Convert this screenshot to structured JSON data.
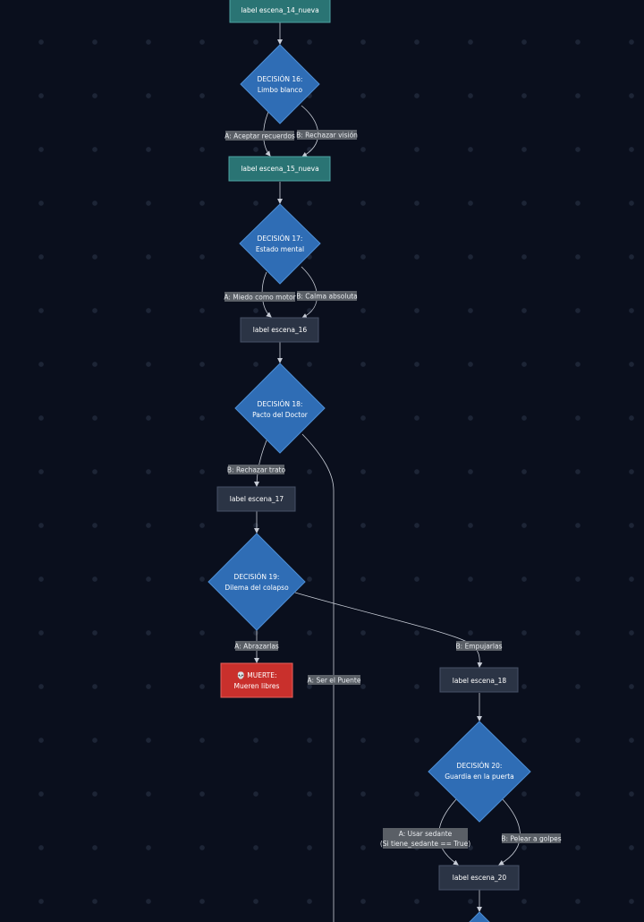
{
  "colors": {
    "teal_fill": "#2a7474",
    "teal_stroke": "#4fa3a3",
    "dark_fill": "#2b3445",
    "dark_stroke": "#475166",
    "diamond_fill": "#2f6db5",
    "diamond_stroke": "#4e8fd6",
    "death_fill": "#c9302c",
    "death_stroke": "#e6605b",
    "label_bg": "#5a5f66",
    "edge": "#c7ccd6"
  },
  "nodes": {
    "escena_14": "label escena_14_nueva",
    "d16_title": "DECISIÓN 16:",
    "d16_sub": "Limbo blanco",
    "escena_15": "label escena_15_nueva",
    "d17_title": "DECISIÓN 17:",
    "d17_sub": "Estado mental",
    "escena_16": "label escena_16",
    "d18_title": "DECISIÓN 18:",
    "d18_sub": "Pacto del Doctor",
    "escena_17": "label escena_17",
    "d19_title": "DECISIÓN 19:",
    "d19_sub": "Dilema del colapso",
    "death_title": "💀 MUERTE:",
    "death_sub": "Mueren libres",
    "escena_18": "label escena_18",
    "d20_title": "DECISIÓN 20:",
    "d20_sub": "Guardia en la puerta",
    "escena_20": "label escena_20"
  },
  "edge_labels": {
    "d16_a": "A: Aceptar recuerdos",
    "d16_b": "B: Rechazar visión",
    "d17_a": "A: Miedo como motor",
    "d17_b": "B: Calma absoluta",
    "d18_b": "B: Rechazar trato",
    "d18_a": "A: Ser el Puente",
    "d19_a": "A: Abrazarlas",
    "d19_b": "B: Empujarlas",
    "d20_a_line1": "A: Usar sedante",
    "d20_a_line2": "(Si tiene_sedante == True)",
    "d20_b": "B: Pelear a golpes"
  }
}
